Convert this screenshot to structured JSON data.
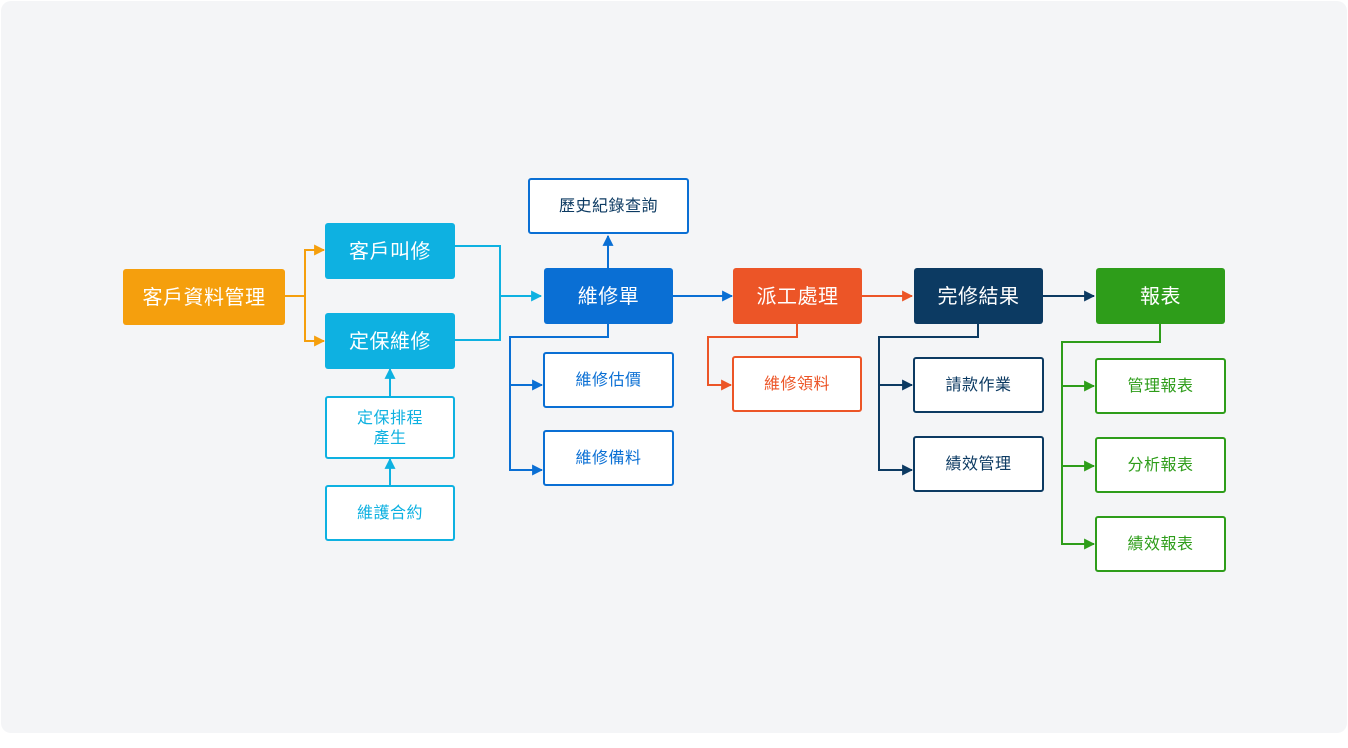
{
  "colors": {
    "orange": "#f59f0d",
    "cyan": "#0eb1e1",
    "blue": "#0a6fd4",
    "red": "#ec5527",
    "navy": "#0c3a62",
    "green": "#2e9d1a"
  },
  "nodes": {
    "customer_data": "客戶資料管理",
    "customer_call": "客戶叫修",
    "scheduled_maintenance": "定保維修",
    "schedule_generation": "定保排程\n產生",
    "maintenance_contract": "維護合約",
    "history_query": "歷史紀錄查詢",
    "repair_order": "維修單",
    "repair_estimate": "維修估價",
    "repair_materials": "維修備料",
    "dispatch": "派工處理",
    "repair_requisition": "維修領料",
    "completion": "完修結果",
    "billing": "請款作業",
    "performance_mgmt": "績效管理",
    "reports": "報表",
    "management_report": "管理報表",
    "analysis_report": "分析報表",
    "performance_report": "績效報表"
  }
}
